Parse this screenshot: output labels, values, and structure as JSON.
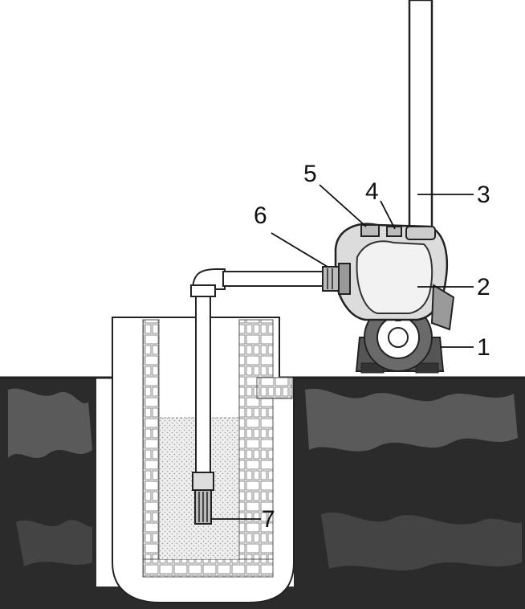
{
  "callouts": {
    "c1": "1",
    "c2": "2",
    "c3": "3",
    "c4": "4",
    "c5": "5",
    "c6": "6",
    "c7": "7"
  },
  "colors": {
    "ground": "#2b2b2b",
    "ground_highlight": "#5a5a5a",
    "line": "#222222",
    "water": "#e6e6e6",
    "background": "#ffffff"
  }
}
